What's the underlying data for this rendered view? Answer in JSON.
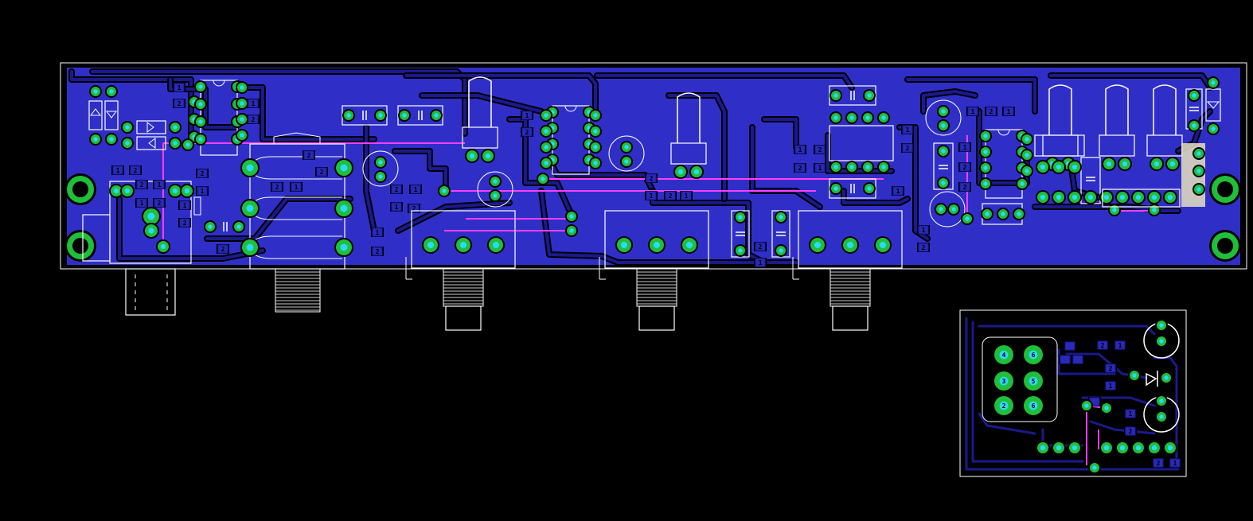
{
  "colors": {
    "background": "#000000",
    "copper_pour": "#2f2fc8",
    "trace_outline": "#000000",
    "trace": "#1a1a8c",
    "pad": "#1fbf3a",
    "drill": "#2bd9ff",
    "smd_pad": "#2a2ab8",
    "airwire": "#ff3dff",
    "silkscreen": "#ffffff",
    "outline": "#ffffff"
  },
  "boards": [
    {
      "id": "main-board",
      "kind": "main"
    },
    {
      "id": "daughter-board",
      "kind": "daughter"
    }
  ],
  "labels": {
    "pin_one": "1",
    "pin_two": "2",
    "pin_three": "3",
    "pin_four": "4",
    "pin_five": "5",
    "pin_six": "6"
  }
}
